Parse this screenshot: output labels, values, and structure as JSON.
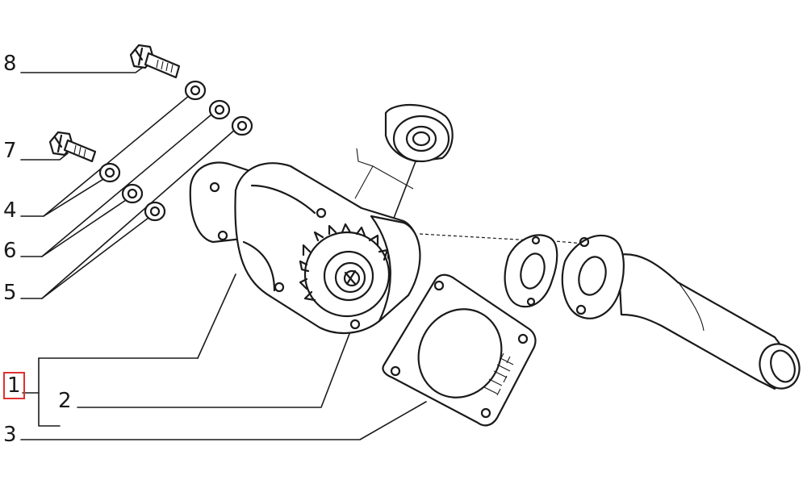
{
  "callouts": [
    {
      "id": "8",
      "text": "8"
    },
    {
      "id": "7",
      "text": "7"
    },
    {
      "id": "4",
      "text": "4"
    },
    {
      "id": "6",
      "text": "6"
    },
    {
      "id": "5",
      "text": "5"
    },
    {
      "id": "1",
      "text": "1",
      "highlighted": true
    },
    {
      "id": "2",
      "text": "2"
    },
    {
      "id": "3",
      "text": "3"
    }
  ],
  "colors": {
    "line": "#1a1a1a",
    "highlight": "#e03030",
    "background": "#ffffff"
  }
}
